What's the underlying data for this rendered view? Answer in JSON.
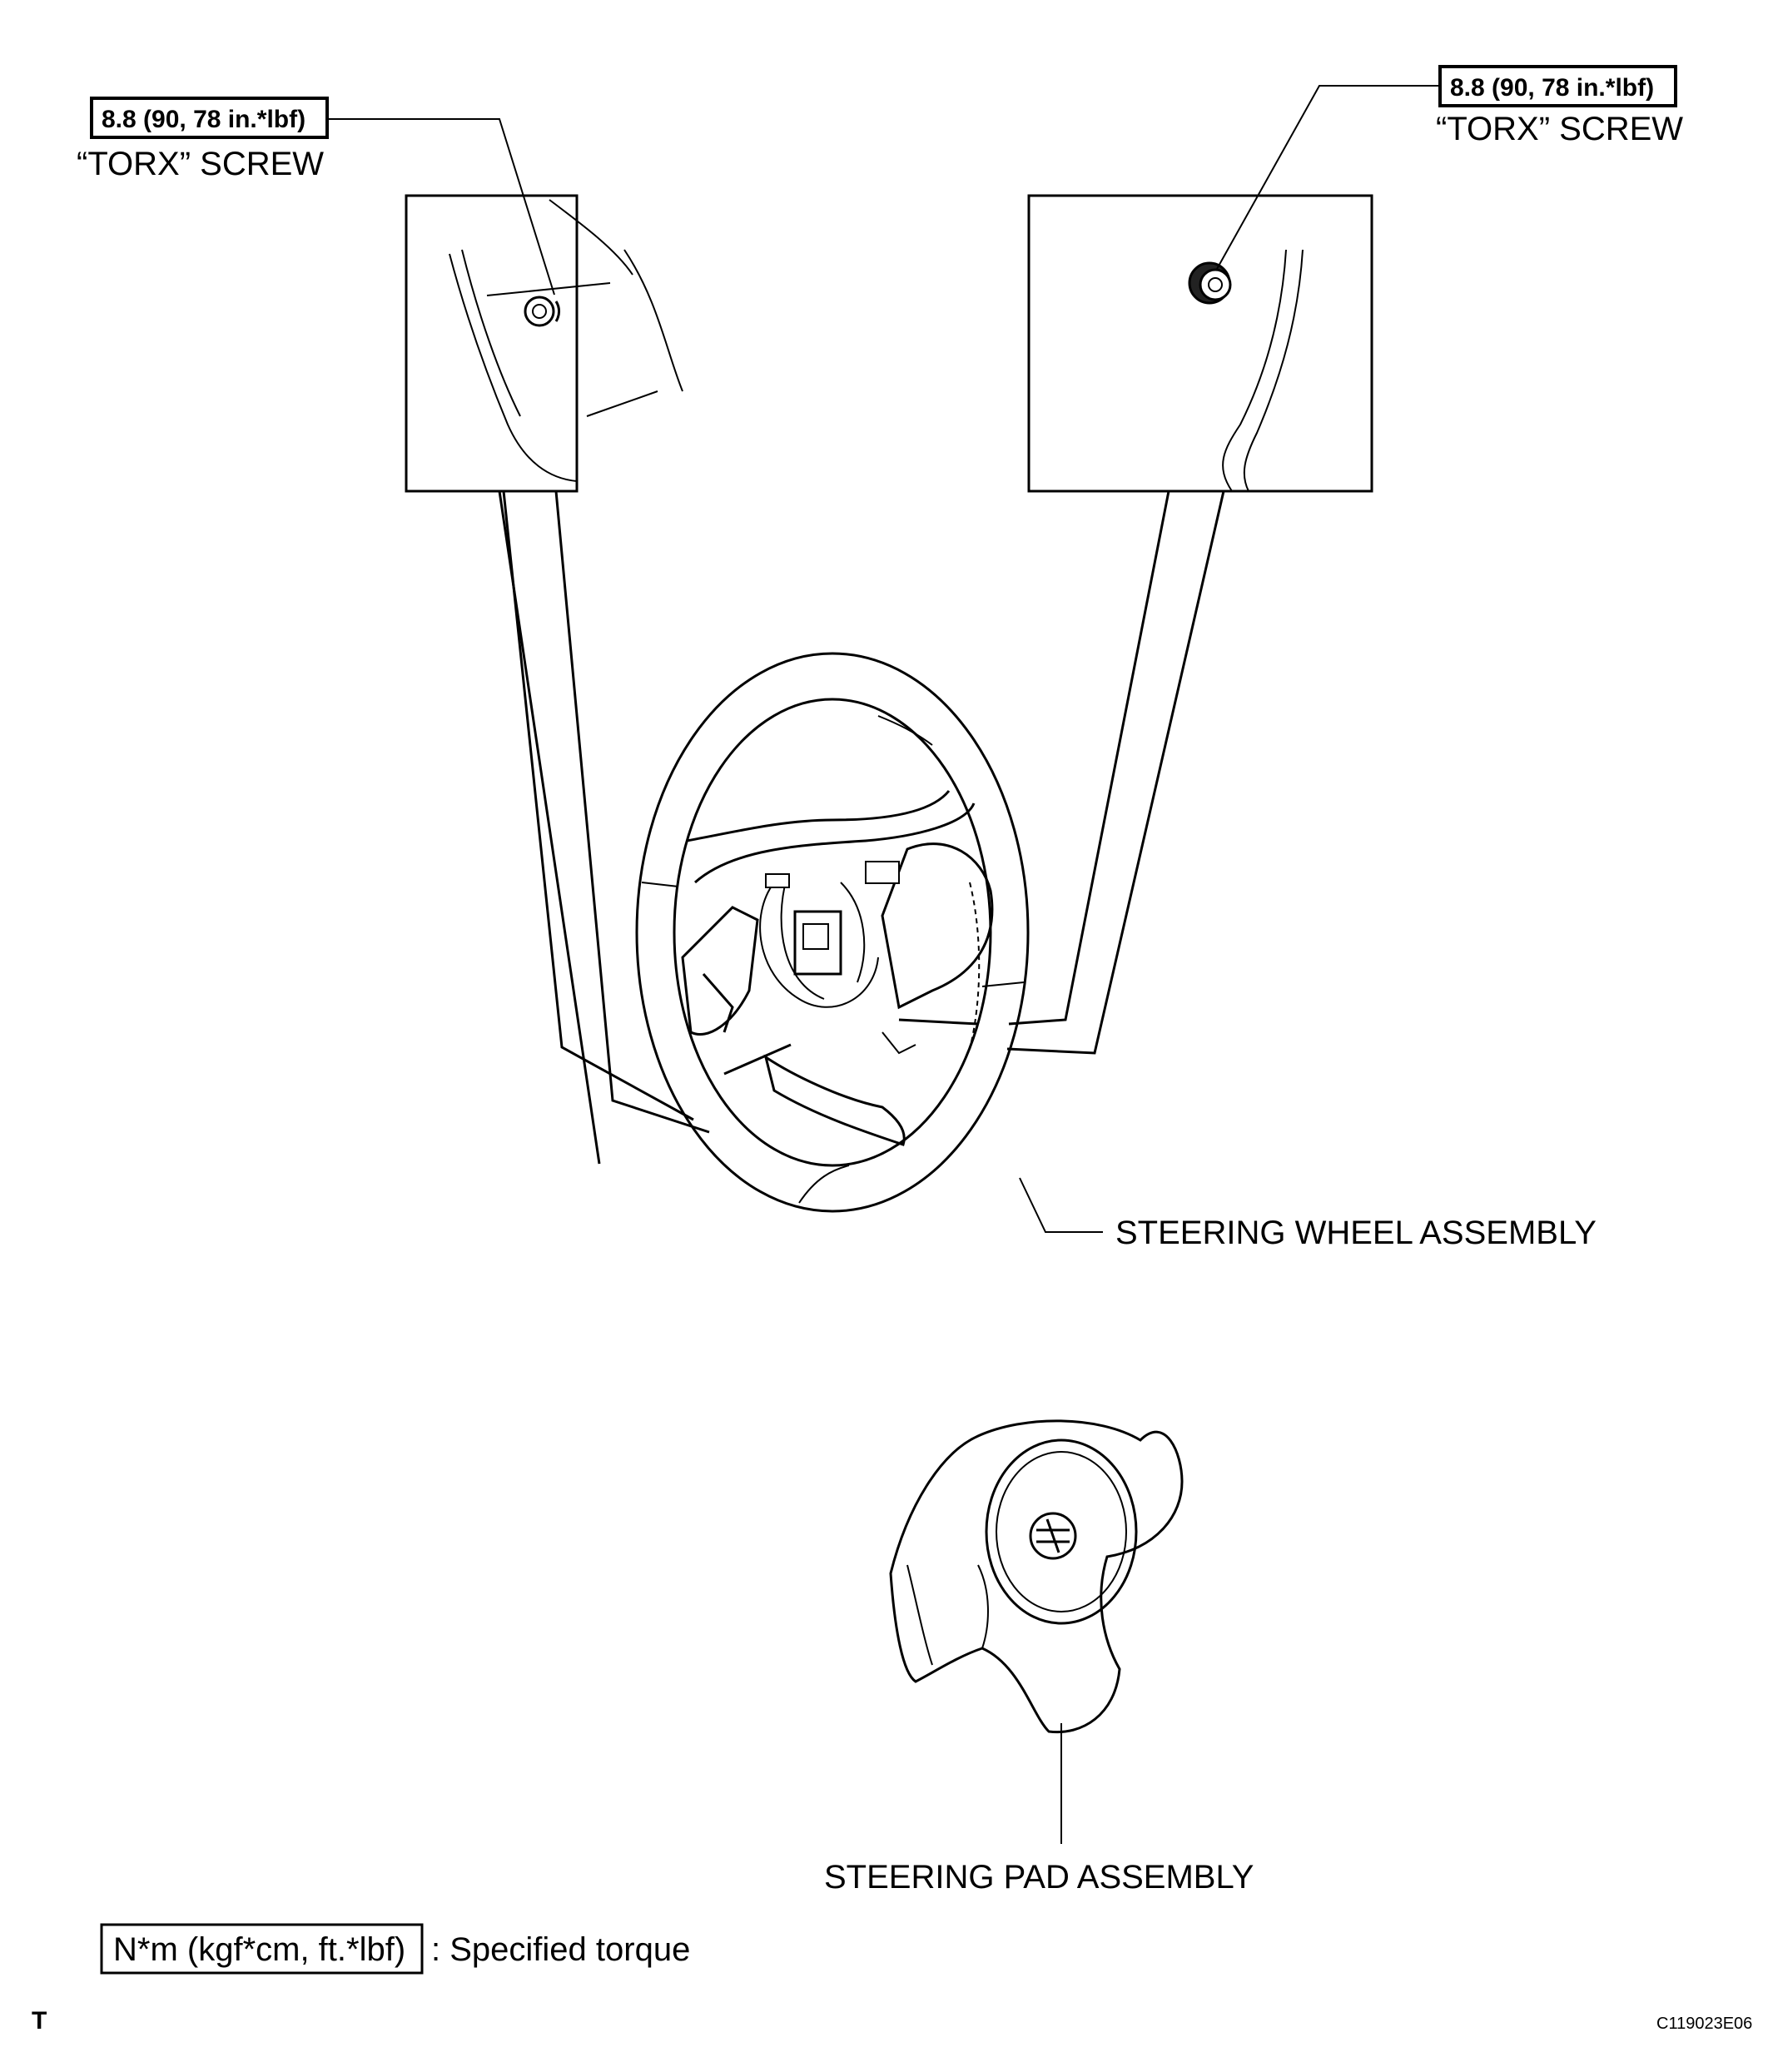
{
  "callouts": {
    "torque_left": "8.8 (90, 78 in.*lbf)",
    "screw_left": "“TORX” SCREW",
    "torque_right": "8.8 (90, 78 in.*lbf)",
    "screw_right": "“TORX” SCREW",
    "steering_wheel": "STEERING WHEEL ASSEMBLY",
    "steering_pad": "STEERING PAD ASSEMBLY"
  },
  "legend": {
    "box_text": "N*m (kgf*cm, ft.*lbf)",
    "description": ": Specified torque"
  },
  "footer": {
    "left_mark": "T",
    "figure_code": "C119023E06"
  }
}
